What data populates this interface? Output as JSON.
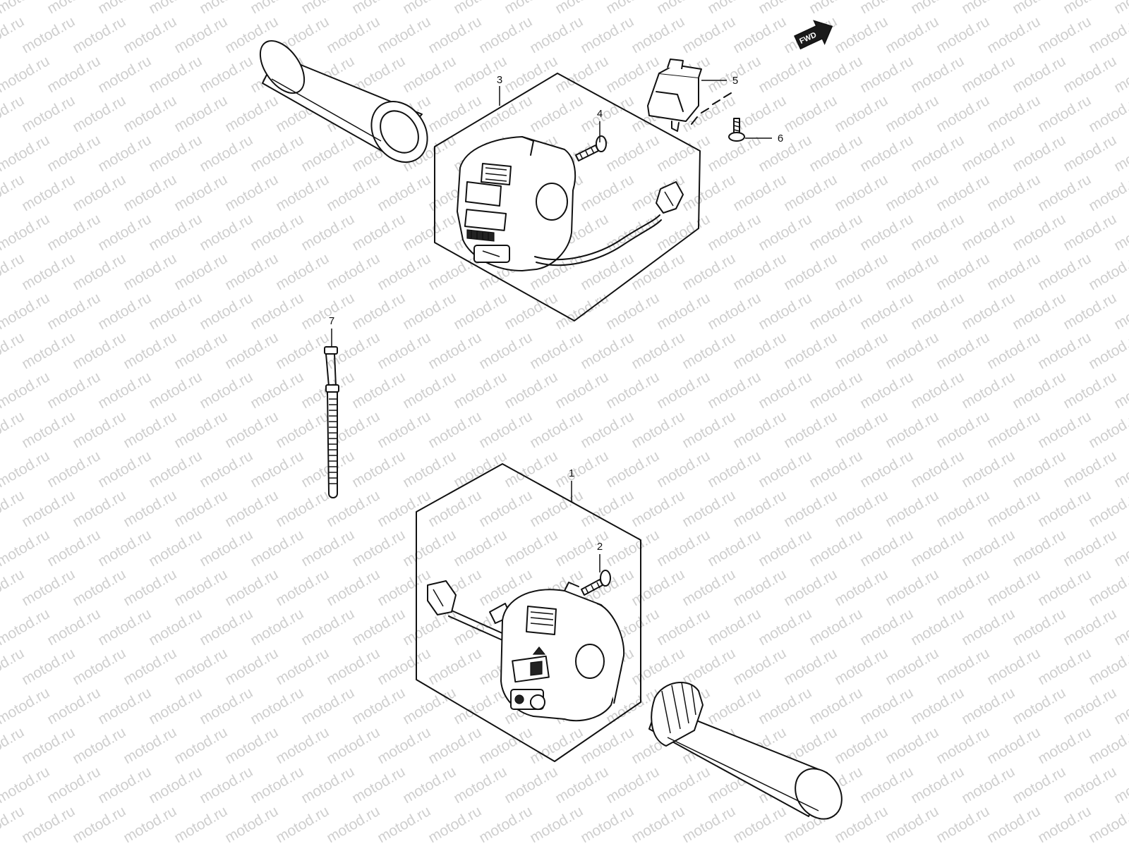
{
  "watermark": {
    "text": "motod.ru",
    "color": "#cfcfcf"
  },
  "direction_marker": {
    "label": "FWD",
    "icon": "fwd-arrow-icon"
  },
  "callouts": [
    {
      "id": "1",
      "label": "1",
      "part": "right-handlebar-switch-assembly"
    },
    {
      "id": "2",
      "label": "2",
      "part": "screw-right"
    },
    {
      "id": "3",
      "label": "3",
      "part": "left-handlebar-switch-assembly"
    },
    {
      "id": "4",
      "label": "4",
      "part": "screw-left"
    },
    {
      "id": "5",
      "label": "5",
      "part": "clutch-switch"
    },
    {
      "id": "6",
      "label": "6",
      "part": "switch-screw"
    },
    {
      "id": "7",
      "label": "7",
      "part": "cable-tie"
    }
  ],
  "colors": {
    "line": "#111111",
    "background": "#ffffff"
  }
}
